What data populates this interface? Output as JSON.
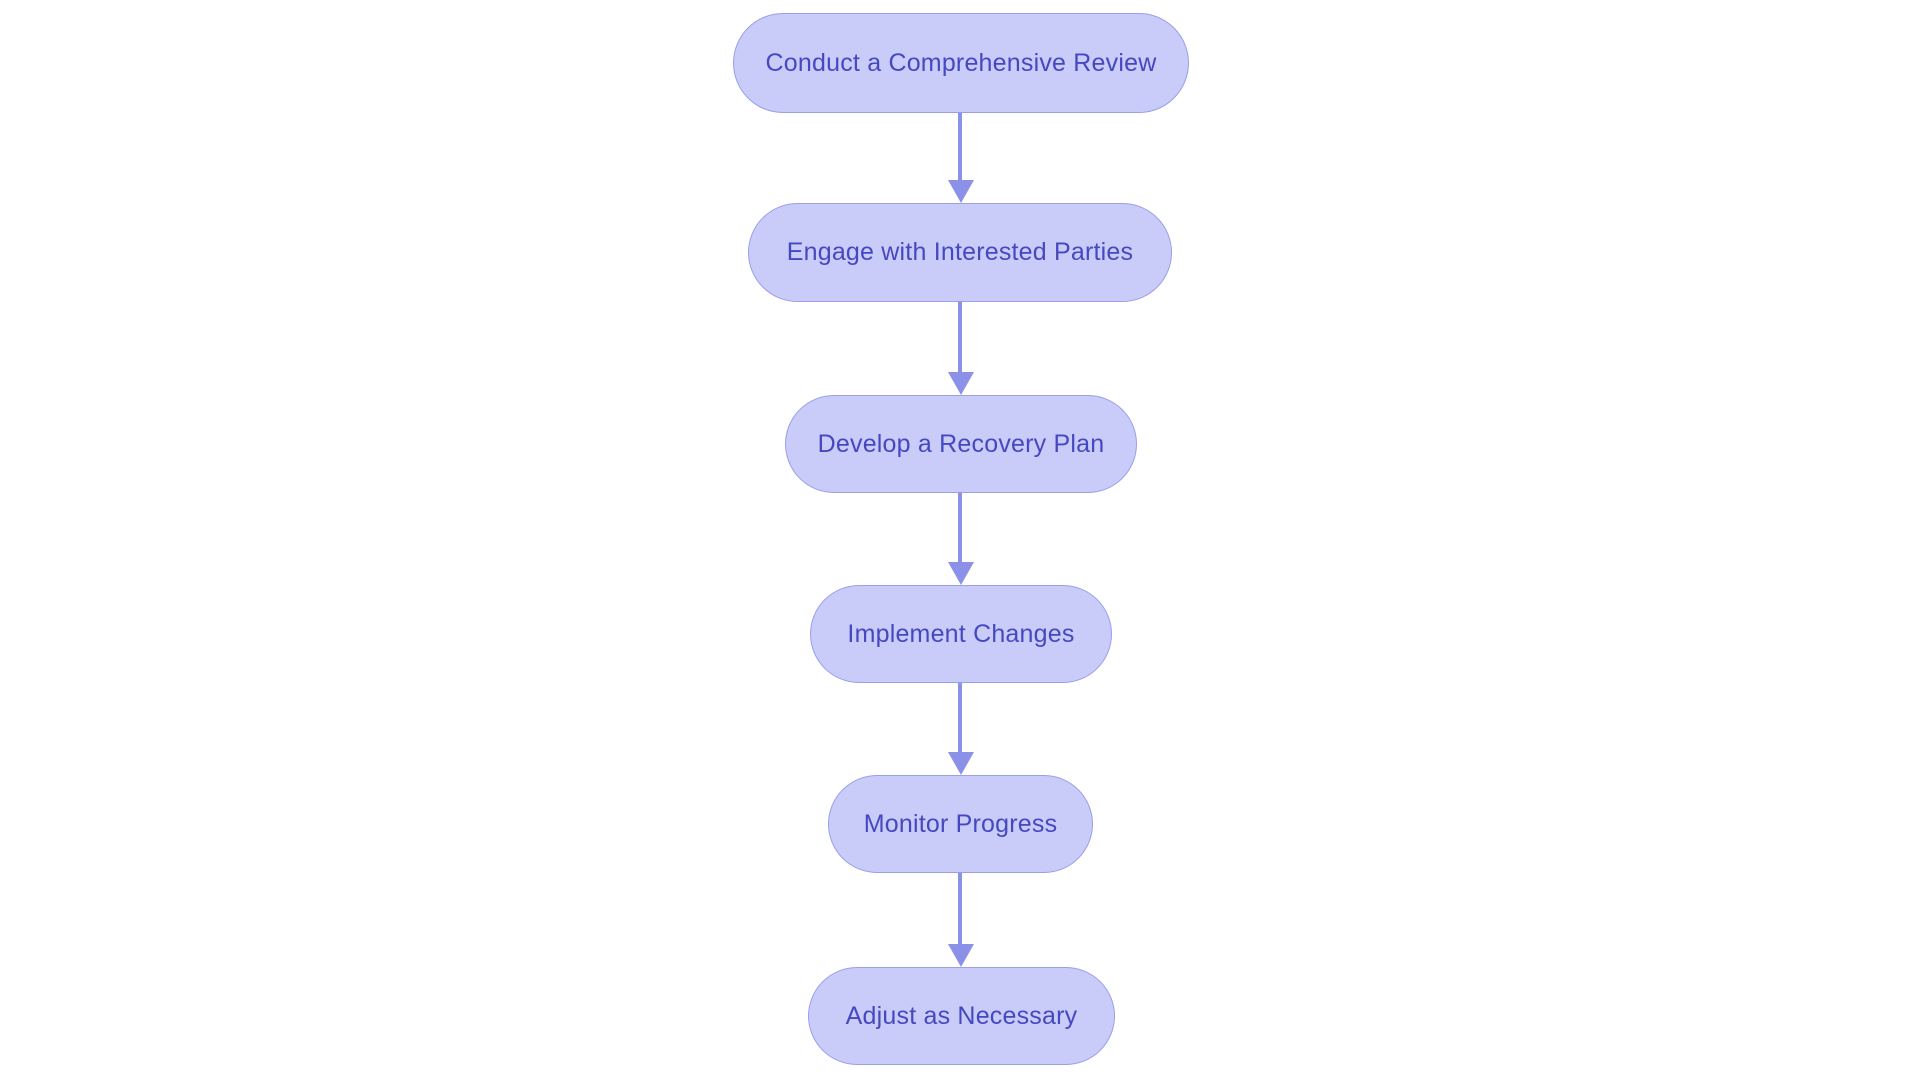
{
  "diagram": {
    "type": "flowchart",
    "direction": "top-down",
    "background": "#ffffff",
    "colors": {
      "node_fill": "#c9cbf8",
      "node_border": "#9a9fe9",
      "node_text": "#4549c1",
      "arrow": "#8b90e8"
    },
    "nodes": [
      {
        "id": "step-1",
        "label": "Conduct a Comprehensive Review"
      },
      {
        "id": "step-2",
        "label": "Engage with Interested Parties"
      },
      {
        "id": "step-3",
        "label": "Develop a Recovery Plan"
      },
      {
        "id": "step-4",
        "label": "Implement Changes"
      },
      {
        "id": "step-5",
        "label": "Monitor Progress"
      },
      {
        "id": "step-6",
        "label": "Adjust as Necessary"
      }
    ],
    "edges": [
      {
        "from": "step-1",
        "to": "step-2"
      },
      {
        "from": "step-2",
        "to": "step-3"
      },
      {
        "from": "step-3",
        "to": "step-4"
      },
      {
        "from": "step-4",
        "to": "step-5"
      },
      {
        "from": "step-5",
        "to": "step-6"
      }
    ]
  }
}
